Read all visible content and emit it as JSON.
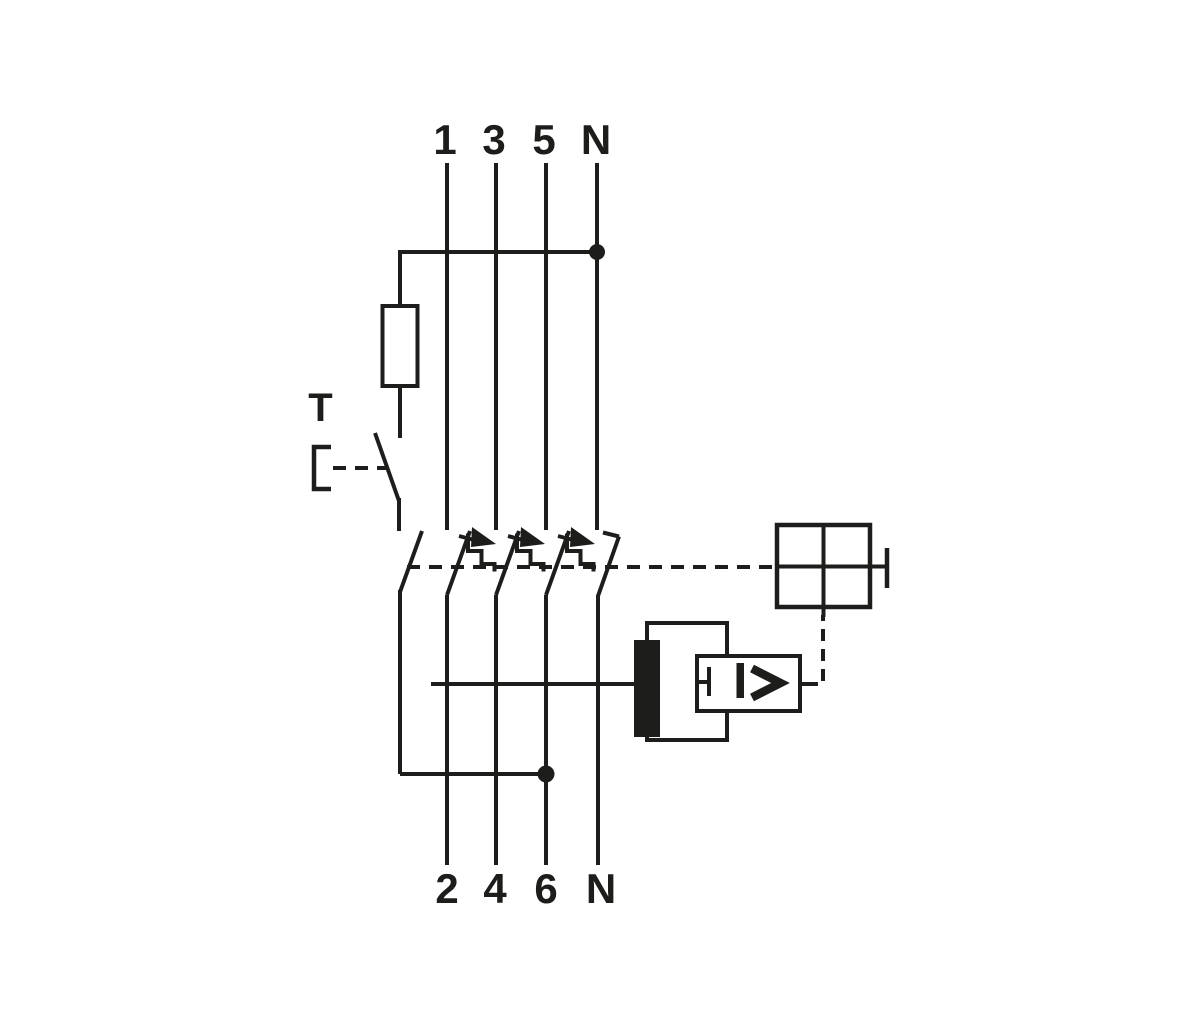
{
  "diagram": {
    "ink_color": "#1d1d1b",
    "background_color": "#ffffff",
    "top_terminals": [
      "1",
      "3",
      "5",
      "N"
    ],
    "bottom_terminals": [
      "2",
      "4",
      "6",
      "N"
    ],
    "test_button_label": "T",
    "overcurrent_release_label": "I >",
    "residual_current_relay_symbol": "crossed-square-relay",
    "current_transformer_symbol": "summation-current-transformer"
  }
}
